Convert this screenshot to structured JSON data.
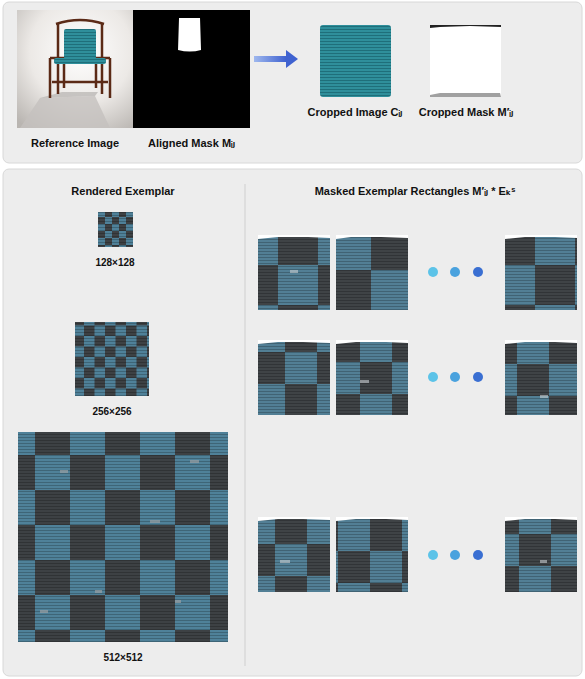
{
  "diagram": {
    "nodes": [
      {
        "text": [
          "Reference Image"
        ]
      },
      {
        "text": [
          "Aligned Mask Mᵢⱼ"
        ]
      },
      {
        "text": [
          "Cropped Image Cᵢⱼ"
        ]
      },
      {
        "text": [
          "Cropped Mask M′ᵢⱼ"
        ]
      },
      {
        "text": [
          "128×128"
        ]
      },
      {
        "text": [
          "256×256"
        ]
      },
      {
        "text": [
          "512×512"
        ]
      }
    ],
    "edges": [
      {
        "from": 1,
        "to": 2,
        "arrow": "to"
      }
    ],
    "labels": [
      "Rendered Exemplar",
      "Masked Exemplar Rectangles M′ᵢⱼ * Eₖˢ"
    ]
  }
}
